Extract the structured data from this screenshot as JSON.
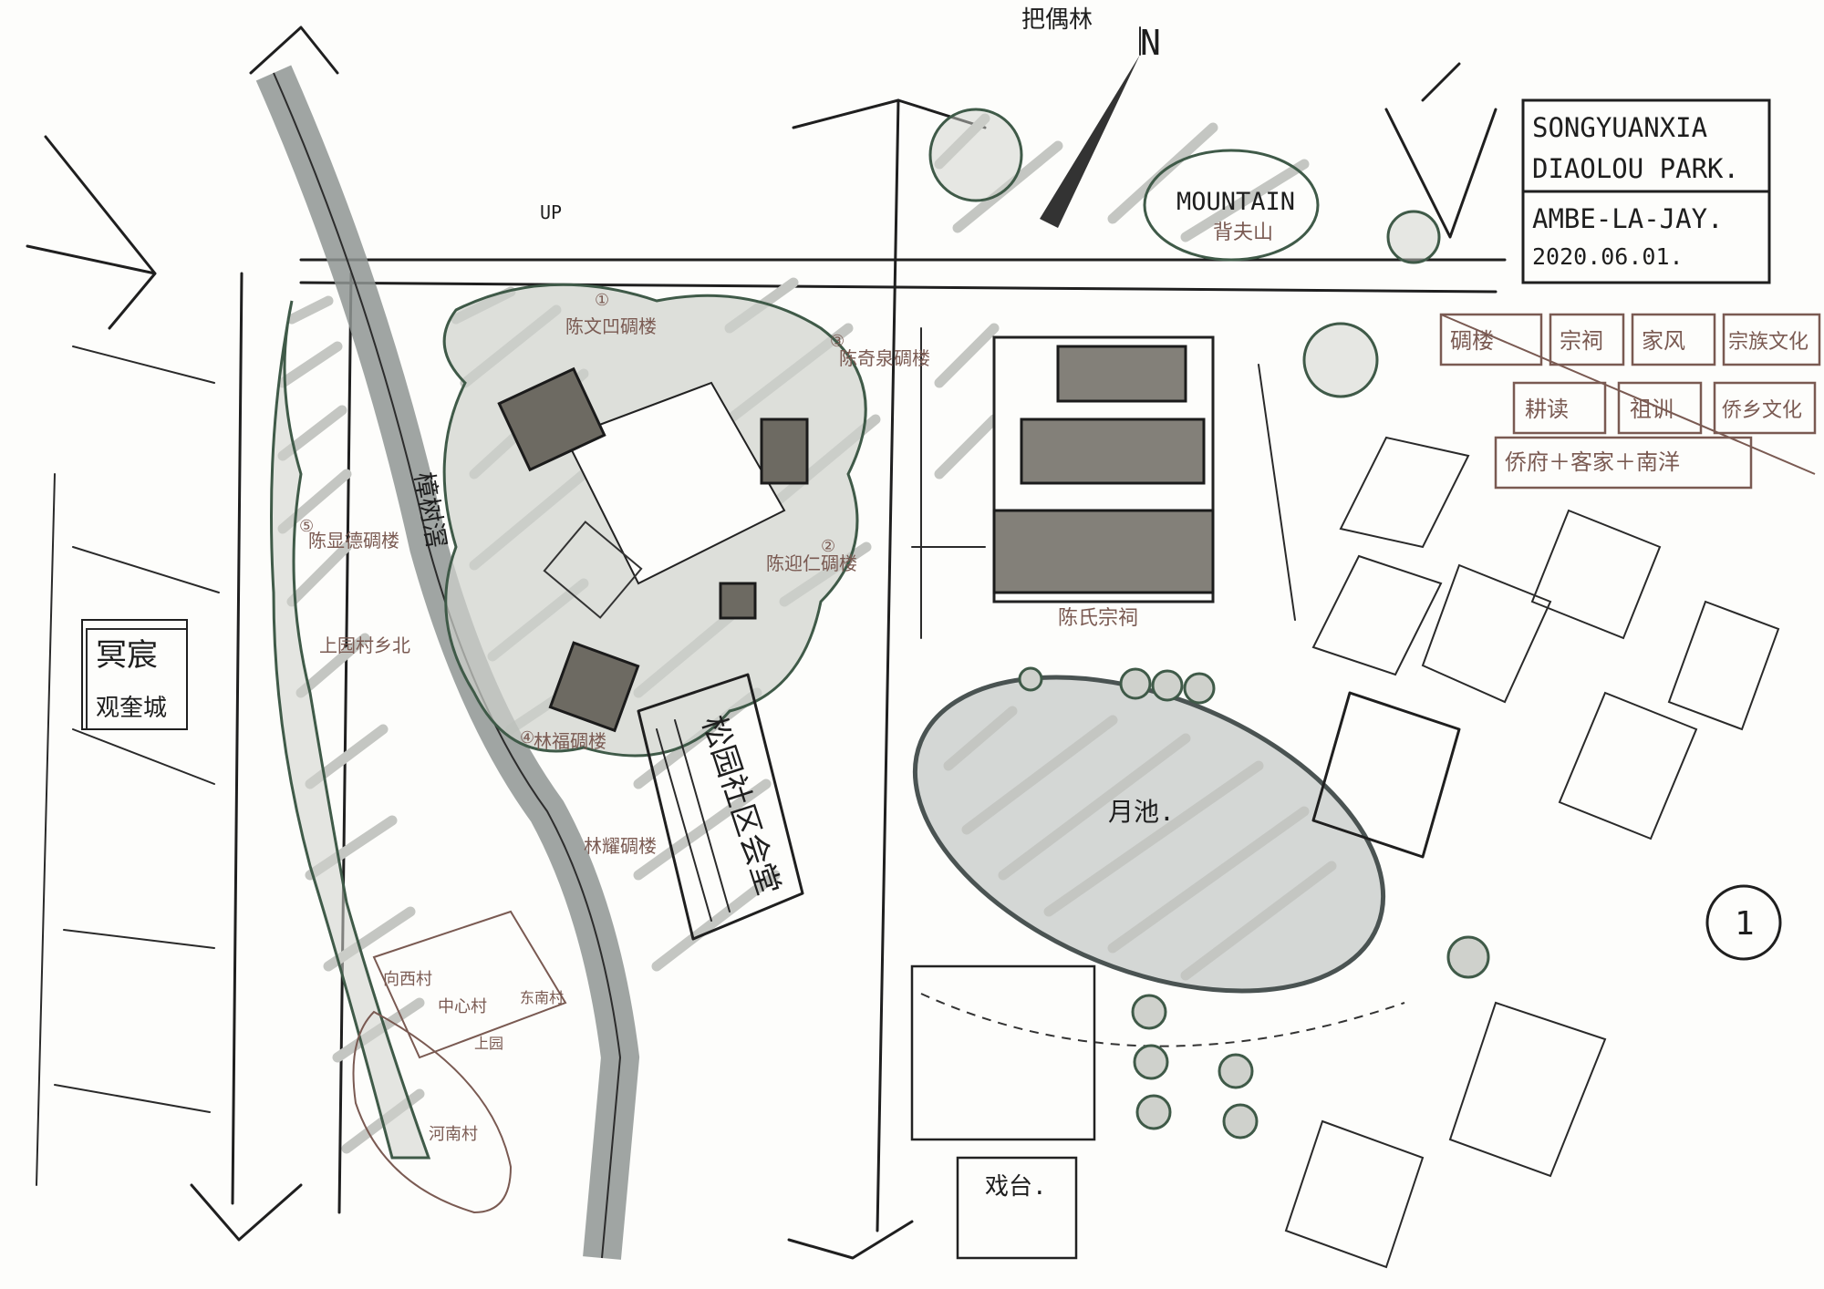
{
  "title_block": {
    "line1": "SONGYUANXIA",
    "line2": "DIAOLOU PARK.",
    "author": "AMBE-LA-JAY.",
    "date": "2020.06.01."
  },
  "north_marker": {
    "label": "N",
    "place": "把偶林"
  },
  "streets": {
    "up_label": "UP"
  },
  "places": {
    "mountain": "MOUNTAIN",
    "mountain_cn": "背夫山",
    "pond": "月池.",
    "ancestral_hall": "陈氏宗祠",
    "river": "樟树滘",
    "stage": "戏台.",
    "community_center": "松园社区会堂",
    "market": "冥宸",
    "market_sub": "观奎城",
    "circle_number": "1"
  },
  "tower_annotations": [
    {
      "num": "①",
      "text": "陈文凹碉楼"
    },
    {
      "num": "③",
      "text": "陈奇泉碉楼"
    },
    {
      "num": "②",
      "text": "陈迎仁碉楼"
    },
    {
      "num": "⑤",
      "text": "陈显德碉楼"
    },
    {
      "num": "④",
      "text": "林福碉楼"
    },
    {
      "num": "",
      "text": "林耀碉楼"
    }
  ],
  "legend_tags": {
    "row1": [
      "碉楼",
      "宗祠",
      "家风",
      "宗族文化"
    ],
    "row2": [
      "耕读",
      "祖训",
      "侨乡文化"
    ],
    "row3": "侨府＋客家＋南洋"
  },
  "inset_labels": {
    "village_a": "向西村",
    "village_b": "中心村",
    "village_c": "东南村",
    "village_d": "上园",
    "village_e": "河南村",
    "box_label": "上园村乡北"
  },
  "colors": {
    "ink": "#1f1f1f",
    "marker_grey": "#c9cbc7",
    "tree_outline": "#3f5a48",
    "annotation_brown": "#7a5a52",
    "building": "#6d6a62"
  }
}
